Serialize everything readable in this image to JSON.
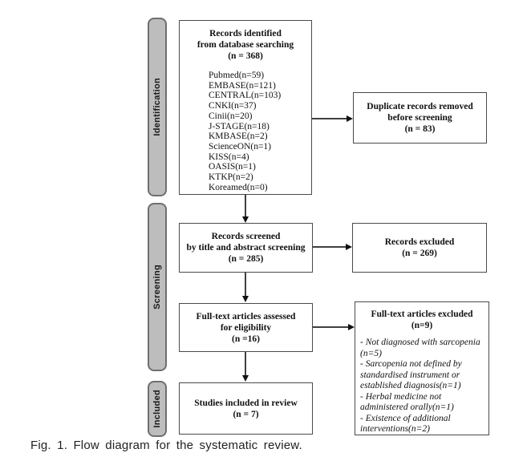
{
  "stages": [
    {
      "label": "Identification"
    },
    {
      "label": "Screening"
    },
    {
      "label": "Included"
    }
  ],
  "boxes": {
    "identified": {
      "title_lines": [
        "Records identified",
        "from database searching",
        "(n = 368)"
      ],
      "databases": [
        "Pubmed(n=59)",
        "EMBASE(n=121)",
        "CENTRAL(n=103)",
        "CNKI(n=37)",
        "Cinii(n=20)",
        "J-STAGE(n=18)",
        "KMBASE(n=2)",
        "ScienceON(n=1)",
        "KISS(n=4)",
        "OASIS(n=1)",
        "KTKP(n=2)",
        "Koreamed(n=0)"
      ]
    },
    "duplicates_removed": {
      "lines": [
        "Duplicate records removed",
        "before screening",
        "(n = 83)"
      ]
    },
    "screened": {
      "lines": [
        "Records screened",
        "by title and abstract screening",
        "(n = 285)"
      ]
    },
    "records_excluded": {
      "lines": [
        "Records excluded",
        "(n = 269)"
      ]
    },
    "fulltext_assessed": {
      "lines": [
        "Full-text articles assessed",
        "for eligibility",
        "(n =16)"
      ]
    },
    "fulltext_excluded": {
      "title_lines": [
        "Full-text articles excluded",
        "(n=9)"
      ],
      "reasons": [
        "- Not diagnosed with sarcopenia (n=5)",
        "- Sarcopenia not defined by standardised instrument or established diagnosis(n=1)",
        "- Herbal medicine not administered orally(n=1)",
        "- Existence of additional interventions(n=2)"
      ]
    },
    "included_studies": {
      "lines": [
        "Studies included in review",
        "(n = 7)"
      ]
    }
  },
  "caption": "Fig. 1. Flow diagram for the systematic review.",
  "colors": {
    "box_border": "#4a4a4a",
    "bar_fill": "#bdbdbd",
    "bar_border": "#6f6f6f",
    "arrow": "#111111",
    "background": "#ffffff"
  }
}
